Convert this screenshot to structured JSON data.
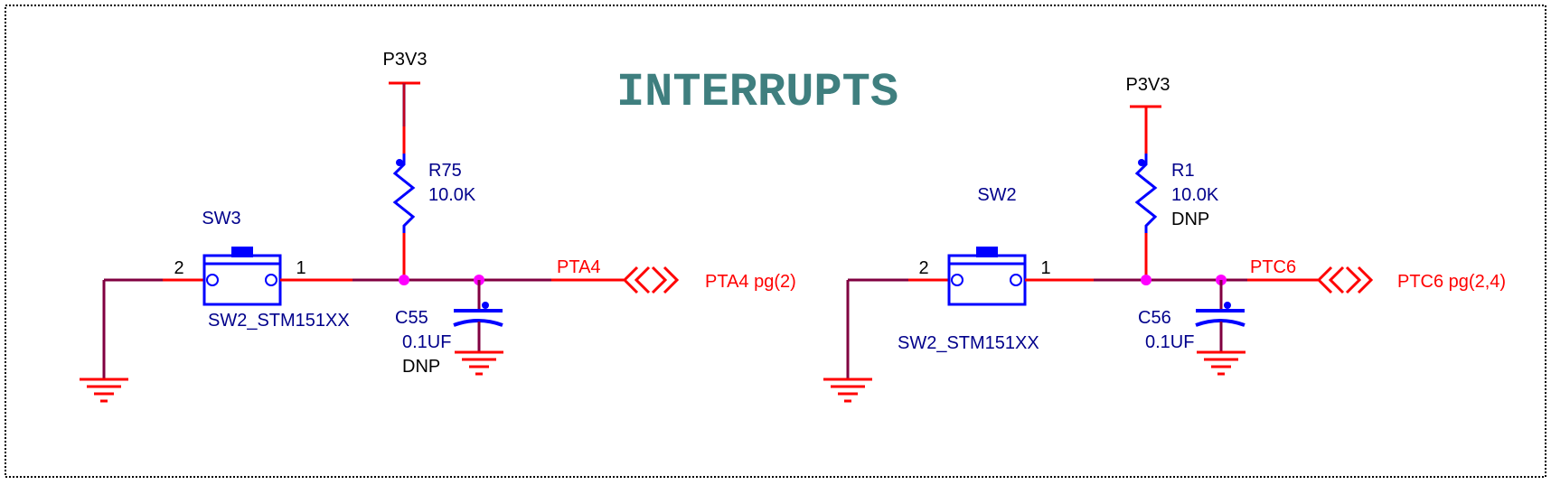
{
  "title": "INTERRUPTS",
  "colors": {
    "title": "#3f7f7f",
    "wire": "#ff0000",
    "bus": "#800040",
    "component": "#0000ff",
    "junction": "#ff00ff",
    "label_blue": "#00008b",
    "label_black": "#000000",
    "border": "#000000"
  },
  "left": {
    "power_label": "P3V3",
    "resistor": {
      "ref": "R75",
      "value": "10.0K"
    },
    "switch": {
      "ref": "SW3",
      "part": "SW2_STM151XX",
      "pin_left": "2",
      "pin_right": "1"
    },
    "capacitor": {
      "ref": "C55",
      "value": "0.1UF",
      "note": "DNP"
    },
    "net_label": "PTA4",
    "offpage": "PTA4 pg(2)"
  },
  "right": {
    "power_label": "P3V3",
    "resistor": {
      "ref": "R1",
      "value": "10.0K",
      "note": "DNP"
    },
    "switch": {
      "ref": "SW2",
      "part": "SW2_STM151XX",
      "pin_left": "2",
      "pin_right": "1"
    },
    "capacitor": {
      "ref": "C56",
      "value": "0.1UF"
    },
    "net_label": "PTC6",
    "offpage": "PTC6 pg(2,4)"
  }
}
